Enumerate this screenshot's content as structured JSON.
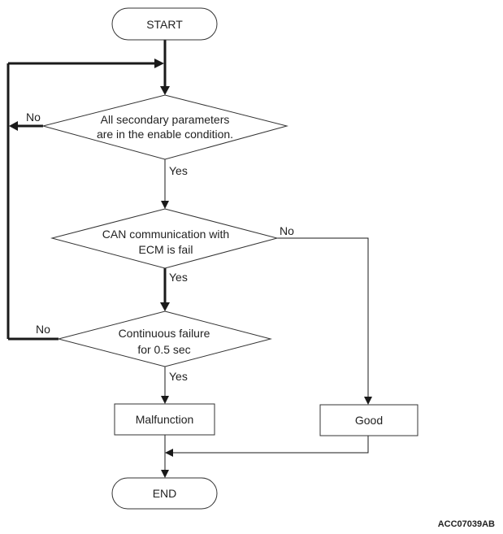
{
  "flowchart": {
    "start": "START",
    "decision1": {
      "line1": "All secondary parameters",
      "line2": "are in the enable condition.",
      "yes": "Yes",
      "no": "No"
    },
    "decision2": {
      "line1": "CAN communication with",
      "line2": "ECM is fail",
      "yes": "Yes",
      "no": "No"
    },
    "decision3": {
      "line1": "Continuous failure",
      "line2": "for 0.5 sec",
      "yes": "Yes",
      "no": "No"
    },
    "malfunction": "Malfunction",
    "good": "Good",
    "end": "END"
  },
  "figure_code": "ACC07039AB"
}
